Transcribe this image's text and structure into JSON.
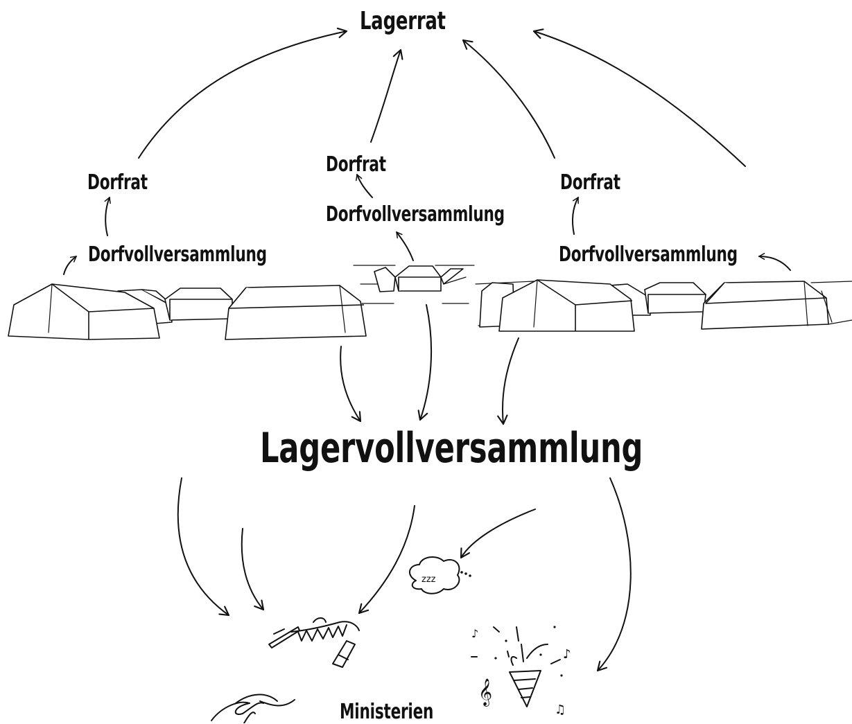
{
  "diagram": {
    "top": "Lagerrat",
    "villages": [
      {
        "council": "Dorfrat",
        "assembly": "Dorfvollversammlung"
      },
      {
        "council": "Dorfrat",
        "assembly": "Dorfvollversammlung"
      },
      {
        "council": "Dorfrat",
        "assembly": "Dorfvollversammlung"
      }
    ],
    "center": "Lagervollversammlung",
    "bottom": "Ministerien"
  }
}
